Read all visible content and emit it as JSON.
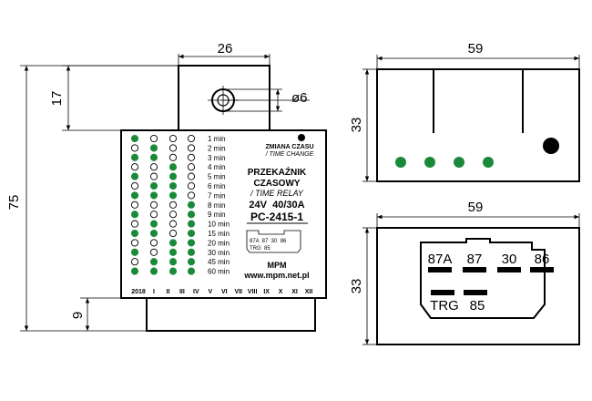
{
  "dimensions": {
    "mount_width": "26",
    "hole_diameter": "ø6",
    "mount_height": "17",
    "total_height": "75",
    "base_height": "9",
    "side_width": "59",
    "side_height": "33",
    "end_width": "59",
    "end_height": "33"
  },
  "front_panel": {
    "year_label": "2018",
    "months": [
      "I",
      "II",
      "III",
      "IV",
      "V",
      "VI",
      "VII",
      "VIII",
      "IX",
      "X",
      "XI",
      "XII"
    ],
    "time_options": [
      "1 min",
      "2 min",
      "3 min",
      "4 min",
      "5 min",
      "6 min",
      "7 min",
      "8 min",
      "9 min",
      "10 min",
      "15 min",
      "20 min",
      "30 min",
      "45 min",
      "60 min"
    ],
    "dip_pattern": [
      [
        1,
        0,
        0,
        0
      ],
      [
        0,
        1,
        0,
        0
      ],
      [
        1,
        1,
        0,
        0
      ],
      [
        0,
        0,
        1,
        0
      ],
      [
        1,
        0,
        1,
        0
      ],
      [
        0,
        1,
        1,
        0
      ],
      [
        1,
        1,
        1,
        0
      ],
      [
        0,
        0,
        0,
        1
      ],
      [
        1,
        0,
        0,
        1
      ],
      [
        0,
        1,
        0,
        1
      ],
      [
        1,
        1,
        0,
        1
      ],
      [
        0,
        0,
        1,
        1
      ],
      [
        1,
        0,
        1,
        1
      ],
      [
        0,
        1,
        1,
        1
      ],
      [
        1,
        1,
        1,
        1
      ]
    ],
    "time_change_pl": "ZMIANA CZASU",
    "time_change_en": "/ TIME CHANGE",
    "product_pl_1": "PRZEKAŹNIK",
    "product_pl_2": "CZASOWY",
    "product_en": "/ TIME RELAY",
    "rating": "24V  40/30A",
    "model": "PC-2415-1",
    "mini_pins_row1": "87A  87  30  86",
    "mini_pins_row2": "TRG  85",
    "brand": "MPM",
    "website": "www.mpm.net.pl"
  },
  "side_view": {
    "led_count": 4
  },
  "connector": {
    "pins_top": [
      "87A",
      "87",
      "30",
      "86"
    ],
    "pins_bottom": [
      "TRG",
      "85"
    ]
  },
  "colors": {
    "led_green": "#1a8a3a",
    "line": "#000000",
    "background": "#ffffff"
  }
}
